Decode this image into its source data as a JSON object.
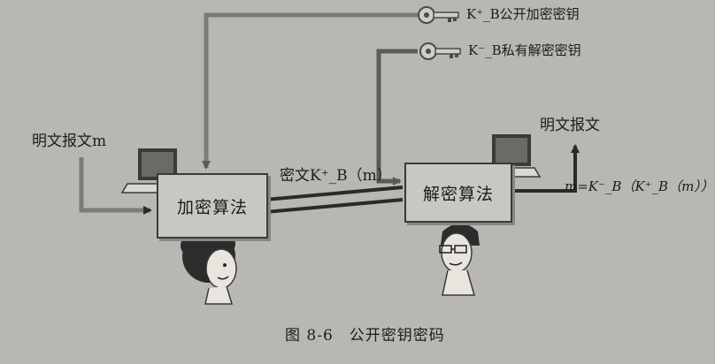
{
  "diagram": {
    "public_key_label": "K⁺_B公开加密密钥",
    "private_key_label": "K⁻_B私有解密密钥",
    "plaintext_in_label": "明文报文m",
    "plaintext_out_label": "明文报文",
    "encrypt_box_label": "加密算法",
    "decrypt_box_label": "解密算法",
    "ciphertext_label": "密文K⁺_B（m）",
    "decrypt_output_formula": "m=K⁻_B（K⁺_B（m））",
    "caption": "图 8-6　公开密钥密码"
  },
  "colors": {
    "page": "#b9b7b2",
    "box": "#c9c7c2",
    "key_arrow": "#7d7b77",
    "data_arrow": "#2a2a2a"
  }
}
